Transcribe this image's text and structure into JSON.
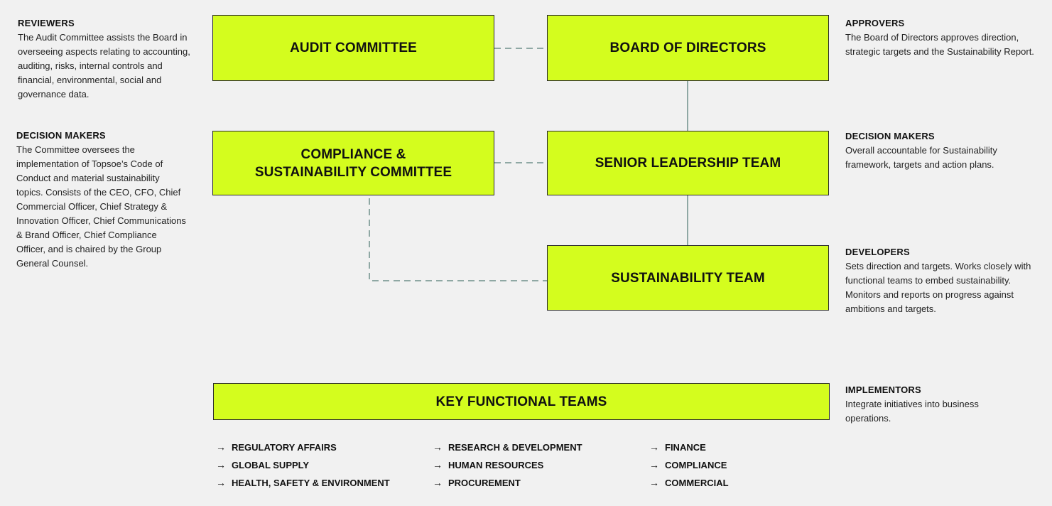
{
  "boxes": {
    "audit_committee": "AUDIT COMMITTEE",
    "board_of_directors": "BOARD OF DIRECTORS",
    "compliance_line1": "COMPLIANCE &",
    "compliance_line2": "SUSTAINABILITY COMMITTEE",
    "senior_leadership": "SENIOR LEADERSHIP TEAM",
    "sustainability_team": "SUSTAINABILITY TEAM",
    "key_functional_teams": "KEY FUNCTIONAL TEAMS"
  },
  "left_notes": {
    "reviewers": {
      "heading": "REVIEWERS",
      "body": "The Audit Committee assists the Board in overseeing aspects relating to accounting, auditing, risks, internal controls and financial, environmental, social and governance data."
    },
    "decision_makers": {
      "heading": "DECISION MAKERS",
      "body": "The Committee oversees the implementation of Topsoe’s Code of Conduct and material sustainability topics. Consists of the CEO, CFO, Chief Commercial Officer, Chief Strategy & Innovation Officer, Chief Communications & Brand Officer, Chief Compliance Officer, and is chaired by the Group General Counsel."
    }
  },
  "right_notes": {
    "approvers": {
      "heading": "APPROVERS",
      "body": "The Board of Directors approves direction, strategic targets and the Sustainability Report."
    },
    "decision_makers": {
      "heading": "DECISION MAKERS",
      "body": "Overall accountable for Sustainability framework, targets and action plans."
    },
    "developers": {
      "heading": "DEVELOPERS",
      "body": "Sets direction and targets. Works closely with functional teams to embed sustainability. Monitors and reports on progress against ambitions and targets."
    },
    "implementors": {
      "heading": "IMPLEMENTORS",
      "body": "Integrate initiatives into business operations."
    }
  },
  "arrow_glyph": "→",
  "teams": {
    "column1": [
      "REGULATORY AFFAIRS",
      "GLOBAL SUPPLY",
      "HEALTH, SAFETY & ENVIRONMENT"
    ],
    "column2": [
      "RESEARCH & DEVELOPMENT",
      "HUMAN RESOURCES",
      "PROCUREMENT"
    ],
    "column3": [
      "FINANCE",
      "COMPLIANCE",
      "COMMERCIAL"
    ]
  },
  "colors": {
    "box_fill": "#d4fd1e",
    "connector": "#8fa8a4",
    "background": "#f1f1f1"
  }
}
